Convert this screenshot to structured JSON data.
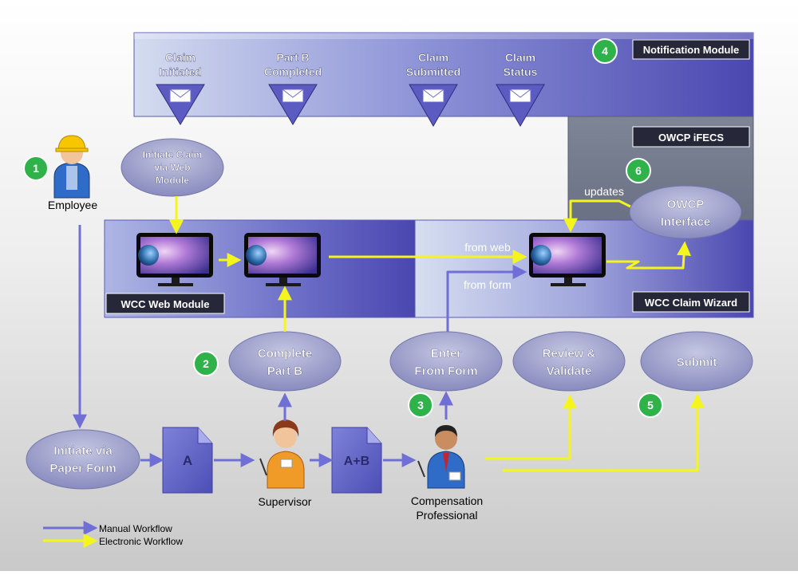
{
  "notification": {
    "title": "Notification Module",
    "step": "4",
    "events": [
      {
        "line1": "Claim",
        "line2": "Initiated"
      },
      {
        "line1": "Part B",
        "line2": "Completed"
      },
      {
        "line1": "Claim",
        "line2": "Submitted"
      },
      {
        "line1": "Claim",
        "line2": "Status"
      }
    ]
  },
  "ifecs": {
    "title": "OWCP iFECS",
    "step": "6",
    "updates_label": "updates"
  },
  "interface_node": {
    "line1": "OWCP",
    "line2": "Interface"
  },
  "web_module": {
    "title": "WCC Web Module"
  },
  "claim_wizard": {
    "title": "WCC Claim Wizard",
    "from_web": "from web",
    "from_form": "from form"
  },
  "employee": {
    "label": "Employee",
    "step": "1"
  },
  "initiate_web": {
    "line1": "Initiate Claim",
    "line2": "via Web",
    "line3": "Module"
  },
  "complete_part_b": {
    "line1": "Complete",
    "line2": "Part B",
    "step": "2"
  },
  "enter_form": {
    "line1": "Enter",
    "line2": "From Form",
    "step": "3"
  },
  "review": {
    "line1": "Review &",
    "line2": "Validate"
  },
  "submit": {
    "label": "Submit",
    "step": "5"
  },
  "paper_form": {
    "line1": "Initiate via",
    "line2": "Paper Form"
  },
  "doc_a": {
    "label": "A"
  },
  "doc_ab": {
    "label": "A+B"
  },
  "supervisor": {
    "label": "Supervisor"
  },
  "comp_pro": {
    "line1": "Compensation",
    "line2": "Professional"
  },
  "legend": {
    "manual": "Manual Workflow",
    "electronic": "Electronic Workflow"
  },
  "colors": {
    "manual": "#6f6fd6",
    "electronic": "#f5f51e",
    "badge": "#2fb24a",
    "band": "#5a5ab4"
  }
}
